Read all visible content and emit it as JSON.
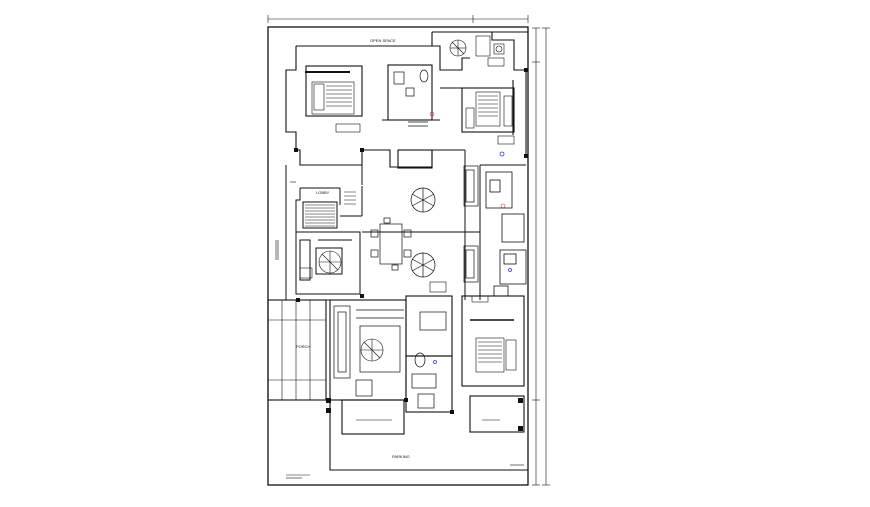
{
  "plan": {
    "labels": {
      "open_space": "OPEN SPACE",
      "lobby": "LOBBY",
      "porch": "PORCH",
      "parking": "PARKING"
    },
    "colors": {
      "background": "#ffffff",
      "line": "#111111",
      "accent_blue": "#2a3cc8",
      "accent_red": "#c8302a"
    }
  }
}
